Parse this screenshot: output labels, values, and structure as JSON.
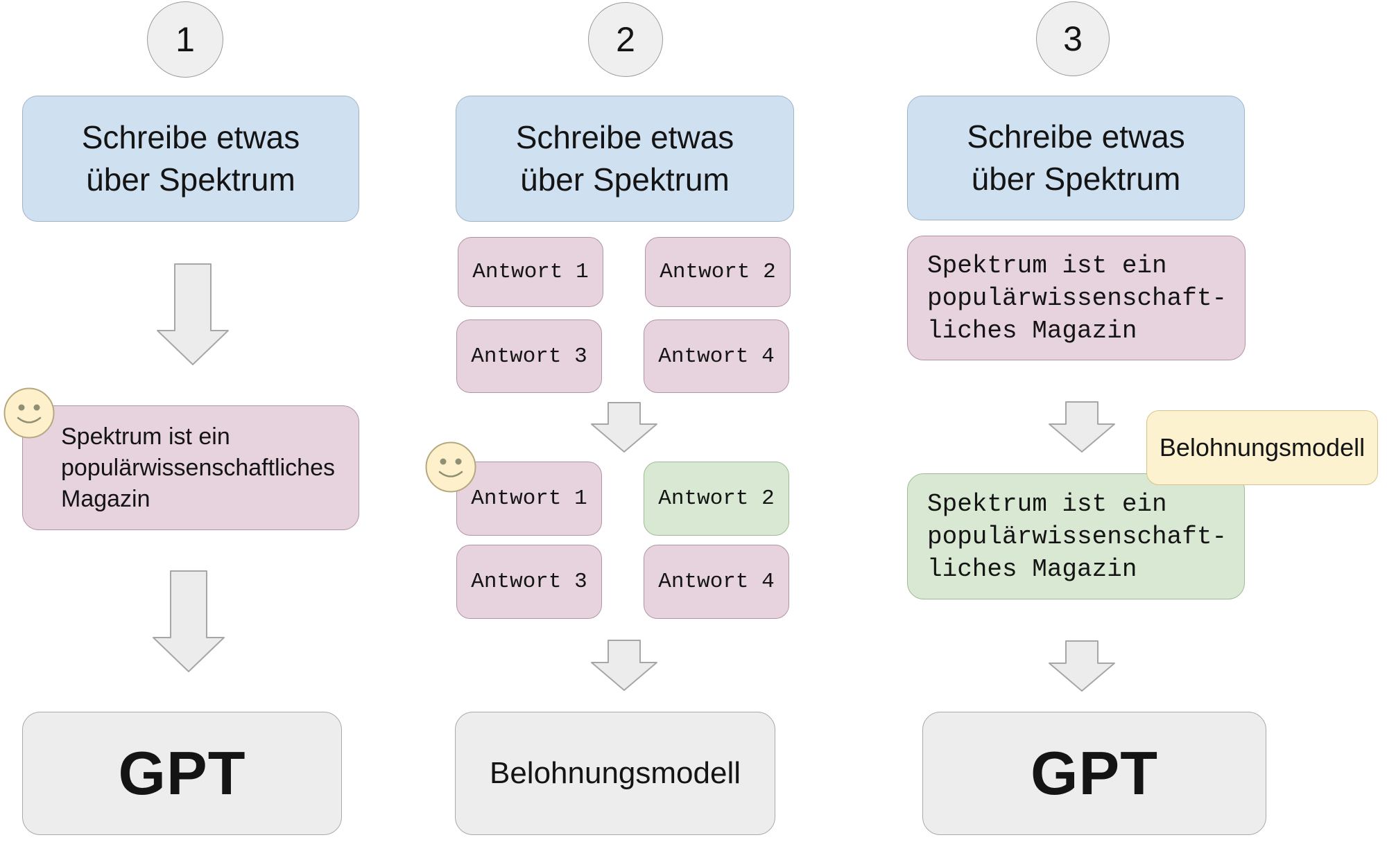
{
  "colors": {
    "prompt_fill": "#cfe1f1",
    "prompt_border": "#9fb3c8",
    "answer_pink_fill": "#e7d3de",
    "answer_pink_border": "#b293a5",
    "answer_green_fill": "#d8e8d2",
    "answer_green_border": "#9fbb95",
    "reward_yellow_fill": "#fcf2d0",
    "reward_yellow_border": "#d6c28c",
    "model_gray_fill": "#ededed",
    "model_gray_border": "#a9a9a9",
    "arrow_fill": "#ececec",
    "arrow_border": "#a6a6a6",
    "step_circle_fill": "#efefef",
    "step_circle_border": "#9a9a9a",
    "smiley_fill": "#fdf0cb",
    "smiley_stroke": "#b5a87e"
  },
  "steps": {
    "one": "1",
    "two": "2",
    "three": "3"
  },
  "prompt": {
    "line1": "Schreibe etwas",
    "line2": "über Spektrum"
  },
  "column1": {
    "answer": {
      "line1": "Spektrum ist ein",
      "line2": "populärwissenschaftliches",
      "line3": "Magazin"
    },
    "model": "GPT"
  },
  "column2": {
    "round1": {
      "a1": "Antwort 1",
      "a2": "Antwort 2",
      "a3": "Antwort 3",
      "a4": "Antwort 4"
    },
    "round2": {
      "a1": "Antwort 1",
      "a2": "Antwort 2",
      "a3": "Antwort 3",
      "a4": "Antwort 4"
    },
    "model": "Belohnungsmodell"
  },
  "column3": {
    "sample": {
      "line1": "Spektrum ist ein",
      "line2": "populärwissenschaft-",
      "line3": "liches Magazin"
    },
    "reward_model": "Belohnungsmodell",
    "scored": {
      "line1": "Spektrum ist ein",
      "line2": "populärwissenschaft-",
      "line3": "liches Magazin"
    },
    "model": "GPT"
  }
}
